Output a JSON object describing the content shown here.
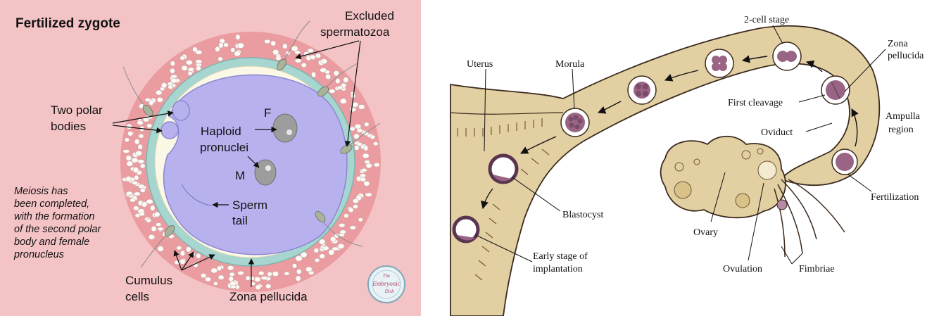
{
  "left_panel": {
    "title": "Fertilized zygote",
    "labels": {
      "excluded_line1": "Excluded",
      "excluded_line2": "spermatozoa",
      "polar_line1": "Two polar",
      "polar_line2": "bodies",
      "f": "F",
      "haploid_line1": "Haploid",
      "haploid_line2": "pronuclei",
      "m": "M",
      "sperm_line1": "Sperm",
      "sperm_line2": "tail",
      "meiosis_line1": "Meiosis has",
      "meiosis_line2": "been completed,",
      "meiosis_line3": "with the formation",
      "meiosis_line4": "of the second polar",
      "meiosis_line5": "body and female",
      "meiosis_line6": "pronucleus",
      "cumulus_line1": "Cumulus",
      "cumulus_line2": "cells",
      "zona": "Zona pellucida"
    },
    "logo_text": {
      "line1": "The",
      "line2": "Embryonic",
      "line3": "Disk"
    },
    "colors": {
      "background": "#f4c3c5",
      "cumulus_zone": "#ea9ca0",
      "zona": "#a7d6d1",
      "perivitelline": "#fbf8e6",
      "ooplasm": "#b7b2ee",
      "pronucleus": "#9d9d9d"
    }
  },
  "right_panel": {
    "labels": {
      "two_cell": "2-cell stage",
      "zona_line1": "Zona",
      "zona_line2": "pellucida",
      "uterus": "Uterus",
      "morula": "Morula",
      "first_cleavage": "First cleavage",
      "ampulla_line1": "Ampulla",
      "ampulla_line2": "region",
      "oviduct": "Oviduct",
      "fertilization": "Fertilization",
      "blastocyst": "Blastocyst",
      "ovary": "Ovary",
      "early_line1": "Early stage of",
      "early_line2": "implantation",
      "ovulation": "Ovulation",
      "fimbriae": "Fimbriae"
    },
    "colors": {
      "tissue": "#e2cfa2",
      "tissue_dark": "#c9b27a",
      "embryo": "#9a6585",
      "outline": "#3b2a1e"
    }
  }
}
